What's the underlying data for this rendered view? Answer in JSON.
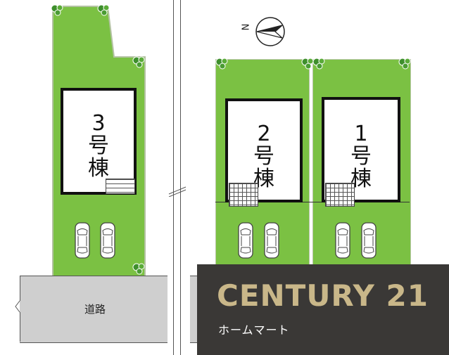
{
  "houses": [
    {
      "id": "3",
      "label_line1": "3",
      "label_line2": "号",
      "label_line3": "棟"
    },
    {
      "id": "2",
      "label_line1": "2",
      "label_line2": "号",
      "label_line3": "棟"
    },
    {
      "id": "1",
      "label_line1": "1",
      "label_line2": "号",
      "label_line3": "棟"
    }
  ],
  "road": {
    "label": "道路"
  },
  "compass": {
    "letter": "N"
  },
  "logo": {
    "brand": "CENTURY 21",
    "subtitle": "ホームマート"
  },
  "colors": {
    "lawn": "#7bc143",
    "road": "#cfcfcf",
    "logo_bg": "#3a3836",
    "logo_gold": "#c9b789"
  }
}
